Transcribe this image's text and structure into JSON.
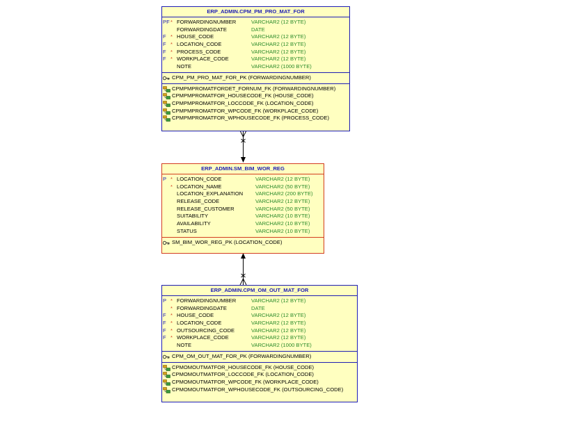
{
  "tables": {
    "pm_pro": {
      "title": "ERP_ADMIN.CPM_PM_PRO_MAT_FOR",
      "columns": [
        {
          "flag": "PF",
          "req": "*",
          "name": "FORWARDINGNUMBER",
          "type": "VARCHAR2 (12 BYTE)"
        },
        {
          "flag": "",
          "req": "",
          "name": "FORWARDINGDATE",
          "type": "DATE"
        },
        {
          "flag": "F",
          "req": "*",
          "name": "HOUSE_CODE",
          "type": "VARCHAR2 (12 BYTE)"
        },
        {
          "flag": "F",
          "req": "*",
          "name": "LOCATION_CODE",
          "type": "VARCHAR2 (12 BYTE)"
        },
        {
          "flag": "F",
          "req": "*",
          "name": "PROCESS_CODE",
          "type": "VARCHAR2 (12 BYTE)"
        },
        {
          "flag": "F",
          "req": "*",
          "name": "WORKPLACE_CODE",
          "type": "VARCHAR2 (12 BYTE)"
        },
        {
          "flag": "",
          "req": "",
          "name": "NOTE",
          "type": "VARCHAR2 (1000 BYTE)"
        }
      ],
      "pk": "CPM_PM_PRO_MAT_FOR_PK (FORWARDINGNUMBER)",
      "fks": [
        "CPMPMPROMATFORDET_FORNUM_FK (FORWARDINGNUMBER)",
        "CPMPMPROMATFOR_HOUSECODE_FK (HOUSE_CODE)",
        "CPMPMPROMATFOR_LOCCODE_FK (LOCATION_CODE)",
        "CPMPMPROMATFOR_WPCODE_FK (WORKPLACE_CODE)",
        "CPMPMPROMATFOR_WPHOUSECODE_FK (PROCESS_CODE)"
      ]
    },
    "sm_bim": {
      "title": "ERP_ADMIN.SM_BIM_WOR_REG",
      "columns": [
        {
          "flag": "P",
          "req": "*",
          "name": "LOCATION_CODE",
          "type": "VARCHAR2 (12 BYTE)"
        },
        {
          "flag": "",
          "req": "*",
          "name": "LOCATION_NAME",
          "type": "VARCHAR2 (50 BYTE)"
        },
        {
          "flag": "",
          "req": "",
          "name": "LOCATION_EXPLANATION",
          "type": "VARCHAR2 (200 BYTE)"
        },
        {
          "flag": "",
          "req": "",
          "name": "RELEASE_CODE",
          "type": "VARCHAR2 (12 BYTE)"
        },
        {
          "flag": "",
          "req": "",
          "name": "RELEASE_CUSTOMER",
          "type": "VARCHAR2 (50 BYTE)"
        },
        {
          "flag": "",
          "req": "",
          "name": "SUITABILITY",
          "type": "VARCHAR2 (10 BYTE)"
        },
        {
          "flag": "",
          "req": "",
          "name": "AVAILABILITY",
          "type": "VARCHAR2 (10 BYTE)"
        },
        {
          "flag": "",
          "req": "",
          "name": "STATUS",
          "type": "VARCHAR2 (10 BYTE)"
        }
      ],
      "pk": "SM_BIM_WOR_REG_PK (LOCATION_CODE)",
      "fks": []
    },
    "om_out": {
      "title": "ERP_ADMIN.CPM_OM_OUT_MAT_FOR",
      "columns": [
        {
          "flag": "P",
          "req": "*",
          "name": "FORWARDINGNUMBER",
          "type": "VARCHAR2 (12 BYTE)"
        },
        {
          "flag": "",
          "req": "*",
          "name": "FORWARDINGDATE",
          "type": "DATE"
        },
        {
          "flag": "F",
          "req": "*",
          "name": "HOUSE_CODE",
          "type": "VARCHAR2 (12 BYTE)"
        },
        {
          "flag": "F",
          "req": "*",
          "name": "LOCATION_CODE",
          "type": "VARCHAR2 (12 BYTE)"
        },
        {
          "flag": "F",
          "req": "*",
          "name": "OUTSOURCING_CODE",
          "type": "VARCHAR2 (12 BYTE)"
        },
        {
          "flag": "F",
          "req": "*",
          "name": "WORKPLACE_CODE",
          "type": "VARCHAR2 (12 BYTE)"
        },
        {
          "flag": "",
          "req": "",
          "name": "NOTE",
          "type": "VARCHAR2 (1000 BYTE)"
        }
      ],
      "pk": "CPM_OM_OUT_MAT_FOR_PK (FORWARDINGNUMBER)",
      "fks": [
        "CPMOMOUTMATFOR_HOUSECODE_FK (HOUSE_CODE)",
        "CPMOMOUTMATFOR_LOCCODE_FK (LOCATION_CODE)",
        "CPMOMOUTMATFOR_WPCODE_FK (WORKPLACE_CODE)",
        "CPMOMOUTMATFOR_WPHOUSECODE_FK (OUTSOURCING_CODE)"
      ]
    }
  },
  "colors": {
    "entity_fill": "#ffffc0",
    "border_blue": "#1c1cb4",
    "border_red": "#d23c1e",
    "type_green": "#2a8a2a"
  }
}
